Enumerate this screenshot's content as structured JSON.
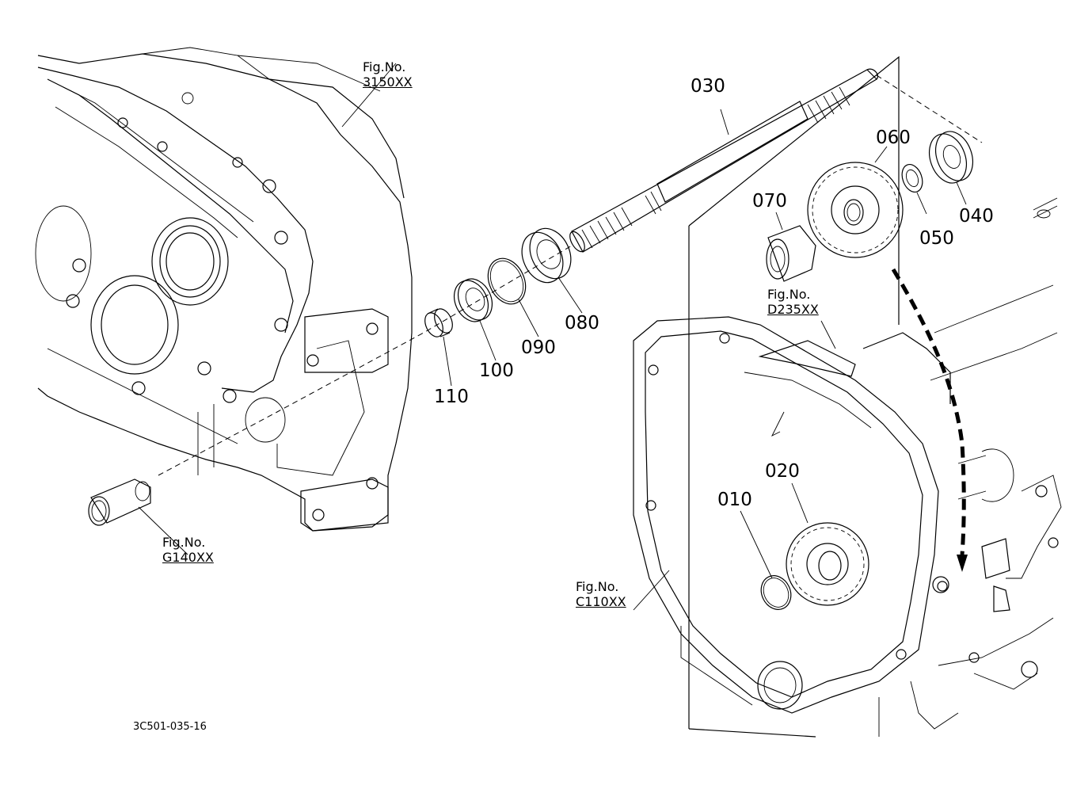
{
  "parts": [
    {
      "id": "010",
      "label": "010"
    },
    {
      "id": "020",
      "label": "020"
    },
    {
      "id": "030",
      "label": "030"
    },
    {
      "id": "040",
      "label": "040"
    },
    {
      "id": "050",
      "label": "050"
    },
    {
      "id": "060",
      "label": "060"
    },
    {
      "id": "070",
      "label": "070"
    },
    {
      "id": "080",
      "label": "080"
    },
    {
      "id": "090",
      "label": "090"
    },
    {
      "id": "100",
      "label": "100"
    },
    {
      "id": "110",
      "label": "110"
    }
  ],
  "figure_refs": [
    {
      "prefix": "Fig.No.",
      "number": "3150XX"
    },
    {
      "prefix": "Fig.No.",
      "number": "D235XX"
    },
    {
      "prefix": "Fig.No.",
      "number": "G140XX"
    },
    {
      "prefix": "Fig.No.",
      "number": "C110XX"
    }
  ],
  "drawing_code": "3C501-035-16"
}
